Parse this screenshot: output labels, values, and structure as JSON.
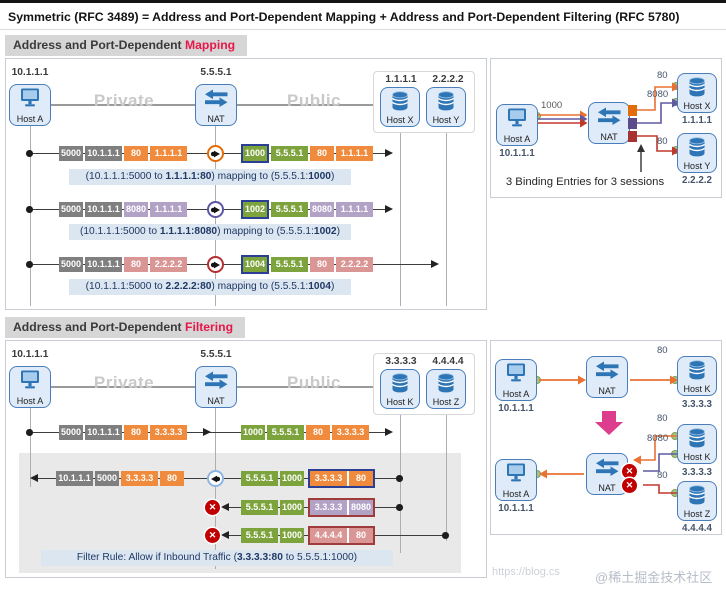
{
  "title": "Symmetric (RFC 3489) = Address and Port-Dependent Mapping + Address and Port-Dependent Filtering (RFC 5780)",
  "sections": [
    {
      "prefix": "Address and Port-Dependent ",
      "keyword": "Mapping"
    },
    {
      "prefix": "Address and Port-Dependent ",
      "keyword": "Filtering"
    }
  ],
  "zones": {
    "private": "Private",
    "public": "Public"
  },
  "colors": {
    "keyword_red": "#e8174a",
    "box_gray": "#7f7f7f",
    "box_orange": "#f08a3c",
    "box_green": "#7da33d",
    "box_purple": "#b2a2c6",
    "box_pink": "#d99694",
    "navy_border": "#2b3f94",
    "red_border": "#a03b3b",
    "caption_bg": "#dce6f1",
    "caption_text": "#1f3864",
    "node_border": "#4a7ebb",
    "icon_blue": "#2e75b6",
    "line_orange": "#e97132",
    "line_purple": "#5f5aa0",
    "line_red": "#c0392b",
    "block_red": "#c00000",
    "pink_arrow": "#dd3d8d"
  },
  "mapping_panel": {
    "host_a": {
      "name": "Host A",
      "ip": "10.1.1.1"
    },
    "nat": {
      "name": "NAT",
      "ip": "5.5.5.1"
    },
    "host_x": {
      "name": "Host X",
      "ip": "1.1.1.1"
    },
    "host_y": {
      "name": "Host Y",
      "ip": "2.2.2.2"
    },
    "rows": [
      {
        "out": [
          "5000",
          "10.1.1.1",
          "80",
          "1.1.1.1"
        ],
        "xlat": [
          "1000",
          "5.5.5.1",
          "80",
          "1.1.1.1"
        ],
        "caption": {
          "pre": "(10.1.1.1:5000 to ",
          "b1": "1.1.1.1:80",
          "mid": ") mapping to (5.5.5.1:",
          "b2": "1000",
          "post": ")"
        }
      },
      {
        "out": [
          "5000",
          "10.1.1.1",
          "8080",
          "1.1.1.1"
        ],
        "xlat": [
          "1002",
          "5.5.5.1",
          "8080",
          "1.1.1.1"
        ],
        "caption": {
          "pre": "(10.1.1.1:5000 to ",
          "b1": "1.1.1.1:8080",
          "mid": ") mapping to (5.5.5.1:",
          "b2": "1002",
          "post": ")"
        }
      },
      {
        "out": [
          "5000",
          "10.1.1.1",
          "80",
          "2.2.2.2"
        ],
        "xlat": [
          "1004",
          "5.5.5.1",
          "80",
          "2.2.2.2"
        ],
        "caption": {
          "pre": "(10.1.1.1:5000 to ",
          "b1": "2.2.2.2:80",
          "mid": ") mapping to (5.5.5.1:",
          "b2": "1004",
          "post": ")"
        }
      }
    ]
  },
  "binding_panel": {
    "host_a": {
      "name": "Host A",
      "ip": "10.1.1.1"
    },
    "nat_label": "NAT",
    "host_x": {
      "name": "Host X",
      "ip": "1.1.1.1",
      "port_http": "80",
      "port_alt": "8080"
    },
    "host_y": {
      "name": "Host Y",
      "ip": "2.2.2.2",
      "port_http": "80"
    },
    "source_port": "1000",
    "note": "3 Binding Entries for 3 sessions"
  },
  "filtering_panel": {
    "host_a": {
      "name": "Host A",
      "ip": "10.1.1.1"
    },
    "nat": {
      "name": "NAT",
      "ip": "5.5.5.1"
    },
    "host_k": {
      "name": "Host K",
      "ip": "3.3.3.3"
    },
    "host_z": {
      "name": "Host Z",
      "ip": "4.4.4.4"
    },
    "out_row": {
      "left": [
        "5000",
        "10.1.1.1",
        "80",
        "3.3.3.3"
      ],
      "right": [
        "1000",
        "5.5.5.1",
        "80",
        "3.3.3.3"
      ]
    },
    "in_rows": [
      {
        "left": [
          "10.1.1.1",
          "5000",
          "3.3.3.3",
          "80"
        ],
        "src": [
          "5.5.5.1",
          "1000"
        ],
        "pair": [
          "3.3.3.3",
          "80"
        ]
      },
      {
        "src": [
          "5.5.5.1",
          "1000"
        ],
        "pair": [
          "3.3.3.3",
          "8080"
        ]
      },
      {
        "src": [
          "5.5.5.1",
          "1000"
        ],
        "pair": [
          "4.4.4.4",
          "80"
        ]
      }
    ],
    "filter_rule": {
      "pre": "Filter Rule: Allow if Inbound Traffic (",
      "b1": "3.3.3.3:80",
      "post": " to 5.5.5.1:1000)"
    }
  },
  "filter_detail_panel": {
    "top": {
      "host_a": {
        "name": "Host A",
        "ip": "10.1.1.1"
      },
      "nat_label": "NAT",
      "host_k": {
        "name": "Host K",
        "ip": "3.3.3.3",
        "port": "80"
      }
    },
    "bottom": {
      "host_a": {
        "name": "Host A",
        "ip": "10.1.1.1"
      },
      "nat_label": "NAT",
      "host_k": {
        "name": "Host K",
        "ip": "3.3.3.3",
        "port_http": "80",
        "port_alt": "8080"
      },
      "host_z": {
        "name": "Host Z",
        "ip": "4.4.4.4",
        "port": "80"
      }
    }
  },
  "watermark": {
    "url_text": "https://blog.cs",
    "badge": "@稀土掘金技术社区"
  }
}
